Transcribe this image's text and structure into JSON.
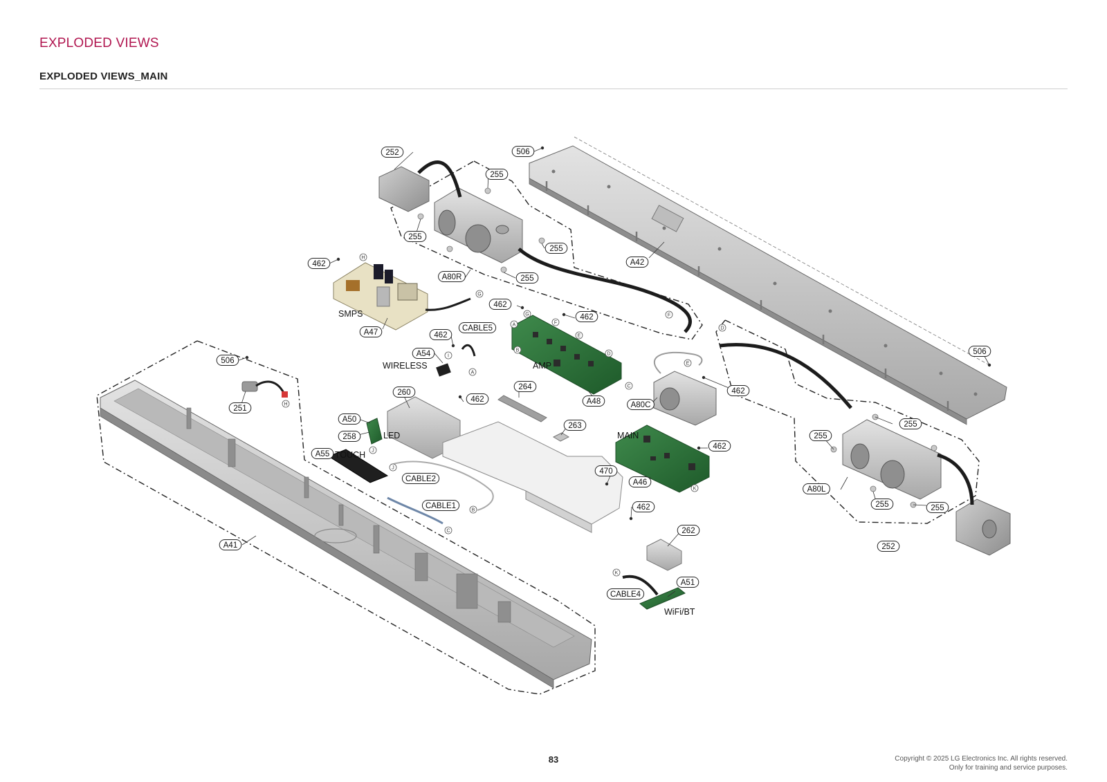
{
  "header": {
    "section_title": "EXPLODED VIEWS",
    "sub_title": "EXPLODED VIEWS_MAIN"
  },
  "footer": {
    "page_number": "83",
    "copyright_line1": "Copyright © 2025 LG Electronics Inc. All rights reserved.",
    "copyright_line2": "Only for training and service purposes."
  },
  "diagram": {
    "callouts": [
      "252",
      "506",
      "255",
      "255",
      "255",
      "255",
      "A80R",
      "462",
      "A42",
      "SMPS",
      "A47",
      "462",
      "462",
      "462",
      "CABLE5",
      "A54",
      "WIRELESS",
      "AMP",
      "A48",
      "506",
      "A80C",
      "462",
      "251",
      "260",
      "462",
      "264",
      "263",
      "A50",
      "258",
      "LED",
      "A55",
      "TOUCH",
      "MAIN",
      "462",
      "CABLE2",
      "470",
      "A46",
      "CABLE1",
      "462",
      "A41",
      "262",
      "A51",
      "CABLE4",
      "WiFi/BT",
      "255",
      "255",
      "A80L",
      "255",
      "255",
      "252",
      "506"
    ],
    "connector_markers": [
      "H",
      "G",
      "A",
      "B",
      "G",
      "F",
      "E",
      "D",
      "C",
      "I",
      "A",
      "J",
      "J",
      "B",
      "C",
      "F",
      "E",
      "D",
      "K",
      "K",
      "H"
    ]
  }
}
